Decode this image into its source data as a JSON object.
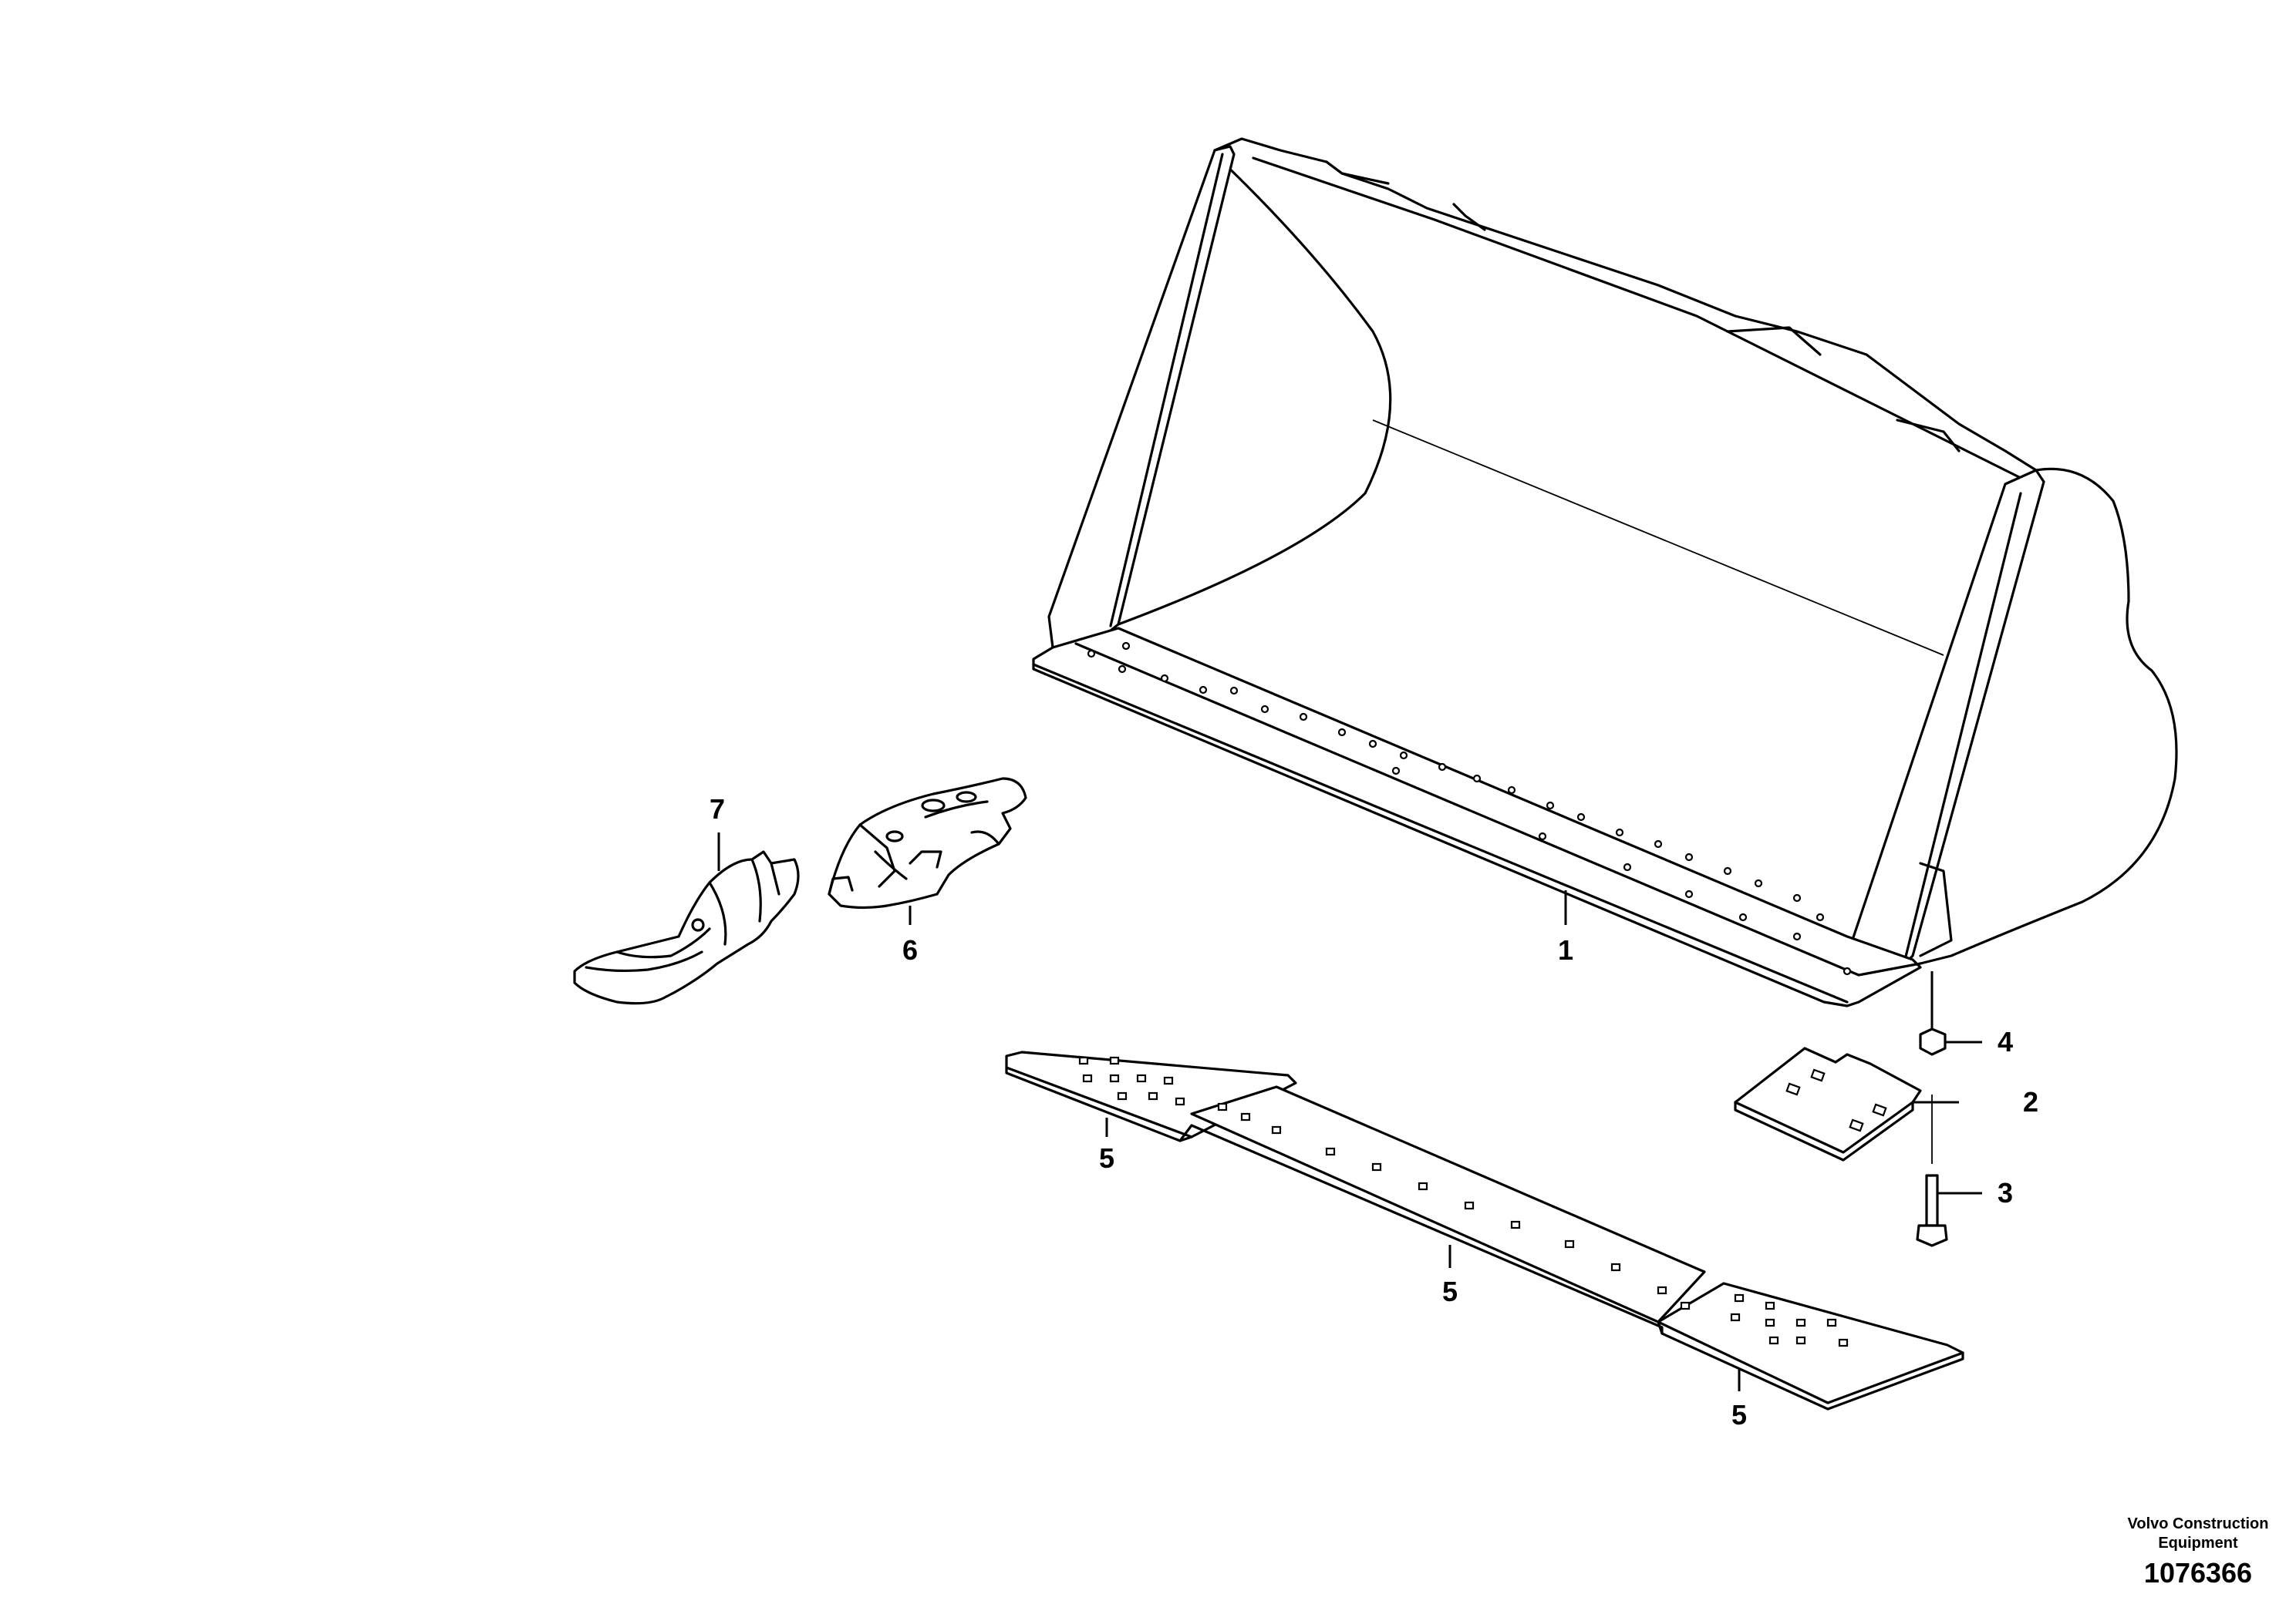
{
  "callouts": {
    "c1": "1",
    "c2": "2",
    "c3": "3",
    "c4": "4",
    "c5a": "5",
    "c5b": "5",
    "c5c": "5",
    "c6": "6",
    "c7": "7"
  },
  "footer": {
    "brand_line1": "Volvo Construction",
    "brand_line2": "Equipment",
    "doc_number": "1076366"
  }
}
